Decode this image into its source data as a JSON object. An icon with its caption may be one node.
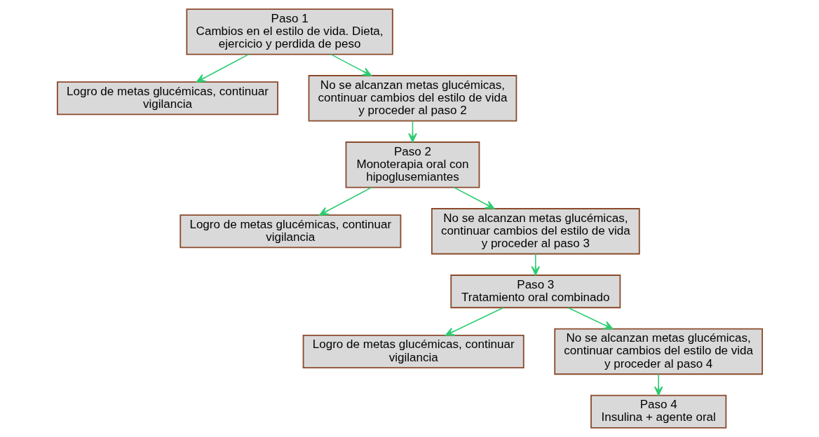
{
  "diagram": {
    "nodes": [
      {
        "text": [
          "Paso 1",
          "Cambios en el estilo de vida. Dieta, ejercicio y perdida de peso"
        ]
      },
      {
        "text": [
          "Logro de metas glucémicas, continuar vigilancia"
        ]
      },
      {
        "text": [
          "No se alcanzan metas glucémicas, continuar cambios del estilo de vida y proceder al paso 2"
        ]
      },
      {
        "text": [
          "Paso 2",
          "Monoterapia oral con hipoglusemiantes"
        ]
      },
      {
        "text": [
          "Logro de metas glucémicas, continuar vigilancia"
        ]
      },
      {
        "text": [
          "No se alcanzan metas glucémicas, continuar cambios del estilo de vida y proceder al paso 3"
        ]
      },
      {
        "text": [
          "Paso 3",
          "Tratamiento oral combinado"
        ]
      },
      {
        "text": [
          "Logro de metas glucémicas, continuar vigilancia"
        ]
      },
      {
        "text": [
          "No se alcanzan metas glucémicas, continuar cambios del estilo de vida y proceder al paso 4"
        ]
      },
      {
        "text": [
          "Paso 4",
          "Insulina + agente oral"
        ]
      }
    ],
    "edges": [
      {
        "from": 0,
        "to": 1,
        "arrow": "to"
      },
      {
        "from": 0,
        "to": 2,
        "arrow": "to"
      },
      {
        "from": 2,
        "to": 3,
        "arrow": "to"
      },
      {
        "from": 3,
        "to": 4,
        "arrow": "to"
      },
      {
        "from": 3,
        "to": 5,
        "arrow": "to"
      },
      {
        "from": 5,
        "to": 6,
        "arrow": "to"
      },
      {
        "from": 6,
        "to": 7,
        "arrow": "to"
      },
      {
        "from": 6,
        "to": 8,
        "arrow": "to"
      },
      {
        "from": 8,
        "to": 9,
        "arrow": "to"
      }
    ]
  }
}
